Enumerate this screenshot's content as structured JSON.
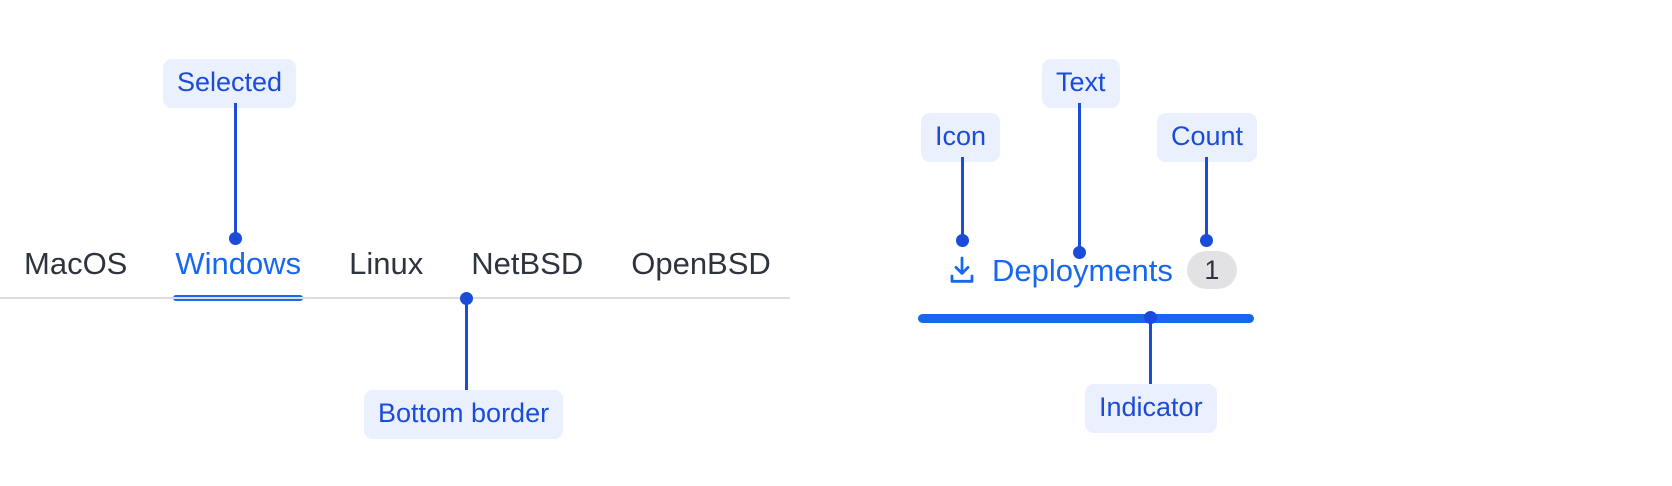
{
  "left_tabs": {
    "items": [
      {
        "label": "MacOS",
        "selected": false
      },
      {
        "label": "Windows",
        "selected": true
      },
      {
        "label": "Linux",
        "selected": false
      },
      {
        "label": "NetBSD",
        "selected": false
      },
      {
        "label": "OpenBSD",
        "selected": false
      }
    ]
  },
  "right_tab": {
    "icon": "download-icon",
    "label": "Deployments",
    "count": "1"
  },
  "annotations": [
    {
      "id": "selected",
      "label": "Selected"
    },
    {
      "id": "bottom-border",
      "label": "Bottom border"
    },
    {
      "id": "icon",
      "label": "Icon"
    },
    {
      "id": "text",
      "label": "Text"
    },
    {
      "id": "count",
      "label": "Count"
    },
    {
      "id": "indicator",
      "label": "Indicator"
    }
  ],
  "colors": {
    "accent": "#1768f0",
    "annotation_text": "#1b4cd8",
    "annotation_bg": "#eaf0fd",
    "tab_text": "#2f333d",
    "rule": "#dcdde1",
    "badge_bg": "#e2e2e4"
  }
}
